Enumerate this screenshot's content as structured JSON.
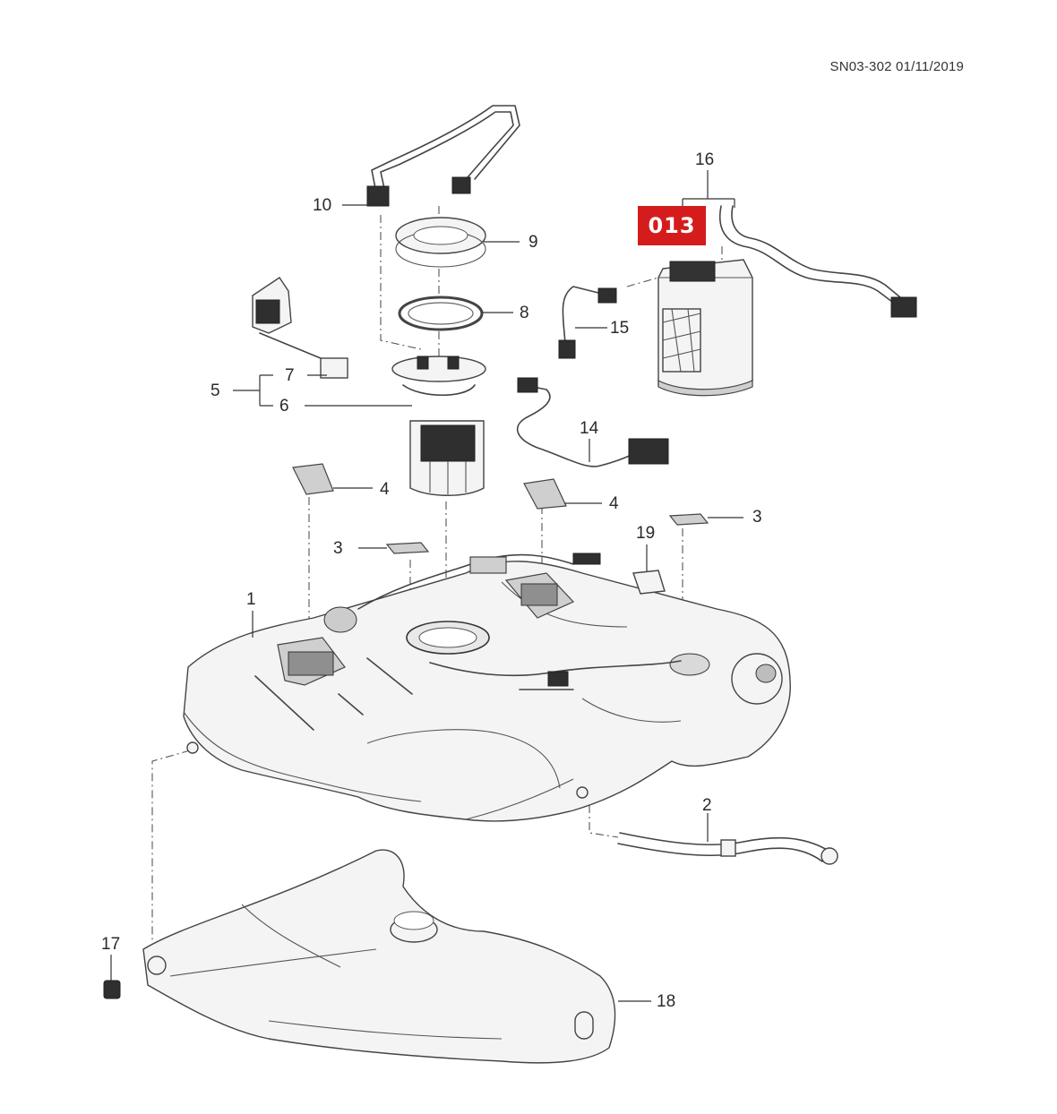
{
  "header": {
    "code": "SN03-302 01/11/2019"
  },
  "highlight_tag": {
    "label": "013",
    "color": "#d51c1c"
  },
  "callouts": {
    "c1": "1",
    "c2": "2",
    "c3a": "3",
    "c3b": "3",
    "c4a": "4",
    "c4b": "4",
    "c5": "5",
    "c6": "6",
    "c7": "7",
    "c8": "8",
    "c9": "9",
    "c10": "10",
    "c14": "14",
    "c15": "15",
    "c16": "16",
    "c17": "17",
    "c18": "18",
    "c19": "19"
  }
}
